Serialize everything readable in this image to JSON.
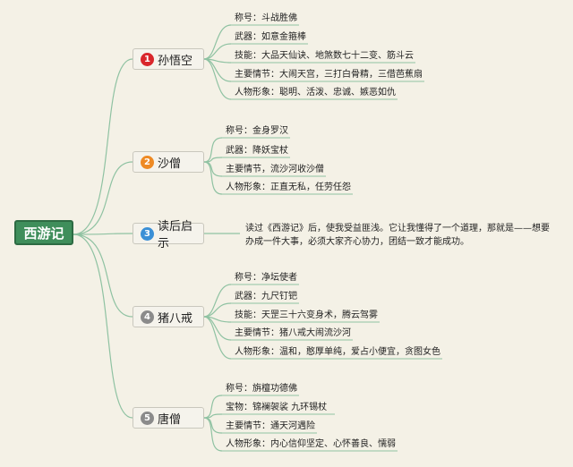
{
  "root": {
    "label": "西游记"
  },
  "branches": [
    {
      "num": "1",
      "label": "孙悟空",
      "color": "#d9262b",
      "items": [
        "称号：斗战胜佛",
        "武器：如意金箍棒",
        "技能：大品天仙诀、地煞数七十二变、筋斗云",
        "主要情节：大闹天宫，三打白骨精，三借芭蕉扇",
        "人物形象：聪明、活泼、忠诚、嫉恶如仇"
      ]
    },
    {
      "num": "2",
      "label": "沙僧",
      "color": "#ee8a24",
      "items": [
        "称号：金身罗汉",
        "武器：降妖宝杖",
        "主要情节，流沙河收沙僧",
        "人物形象：正直无私，任劳任怨"
      ]
    },
    {
      "num": "3",
      "label": "读后启示",
      "color": "#3a8fd6",
      "text": "读过《西游记》后，使我受益匪浅。它让我懂得了一个道理，那就是——想要办成一件大事，必须大家齐心协力，团结一致才能成功。"
    },
    {
      "num": "4",
      "label": "猪八戒",
      "color": "#8b8b8b",
      "items": [
        "称号：净坛使者",
        "武器：九尺钉钯",
        "技能：天罡三十六变身术，腾云驾雾",
        "主要情节：猪八戒大闹流沙河",
        "人物形象：温和，憨厚单纯，爱占小便宜，贪图女色"
      ]
    },
    {
      "num": "5",
      "label": "唐僧",
      "color": "#8b8b8b",
      "items": [
        "称号：旃檀功德佛",
        "宝物：锦襕袈裟 九环锡杖",
        "主要情节：通天河遇险",
        "人物形象：内心信仰坚定、心怀善良、懦弱"
      ]
    }
  ]
}
